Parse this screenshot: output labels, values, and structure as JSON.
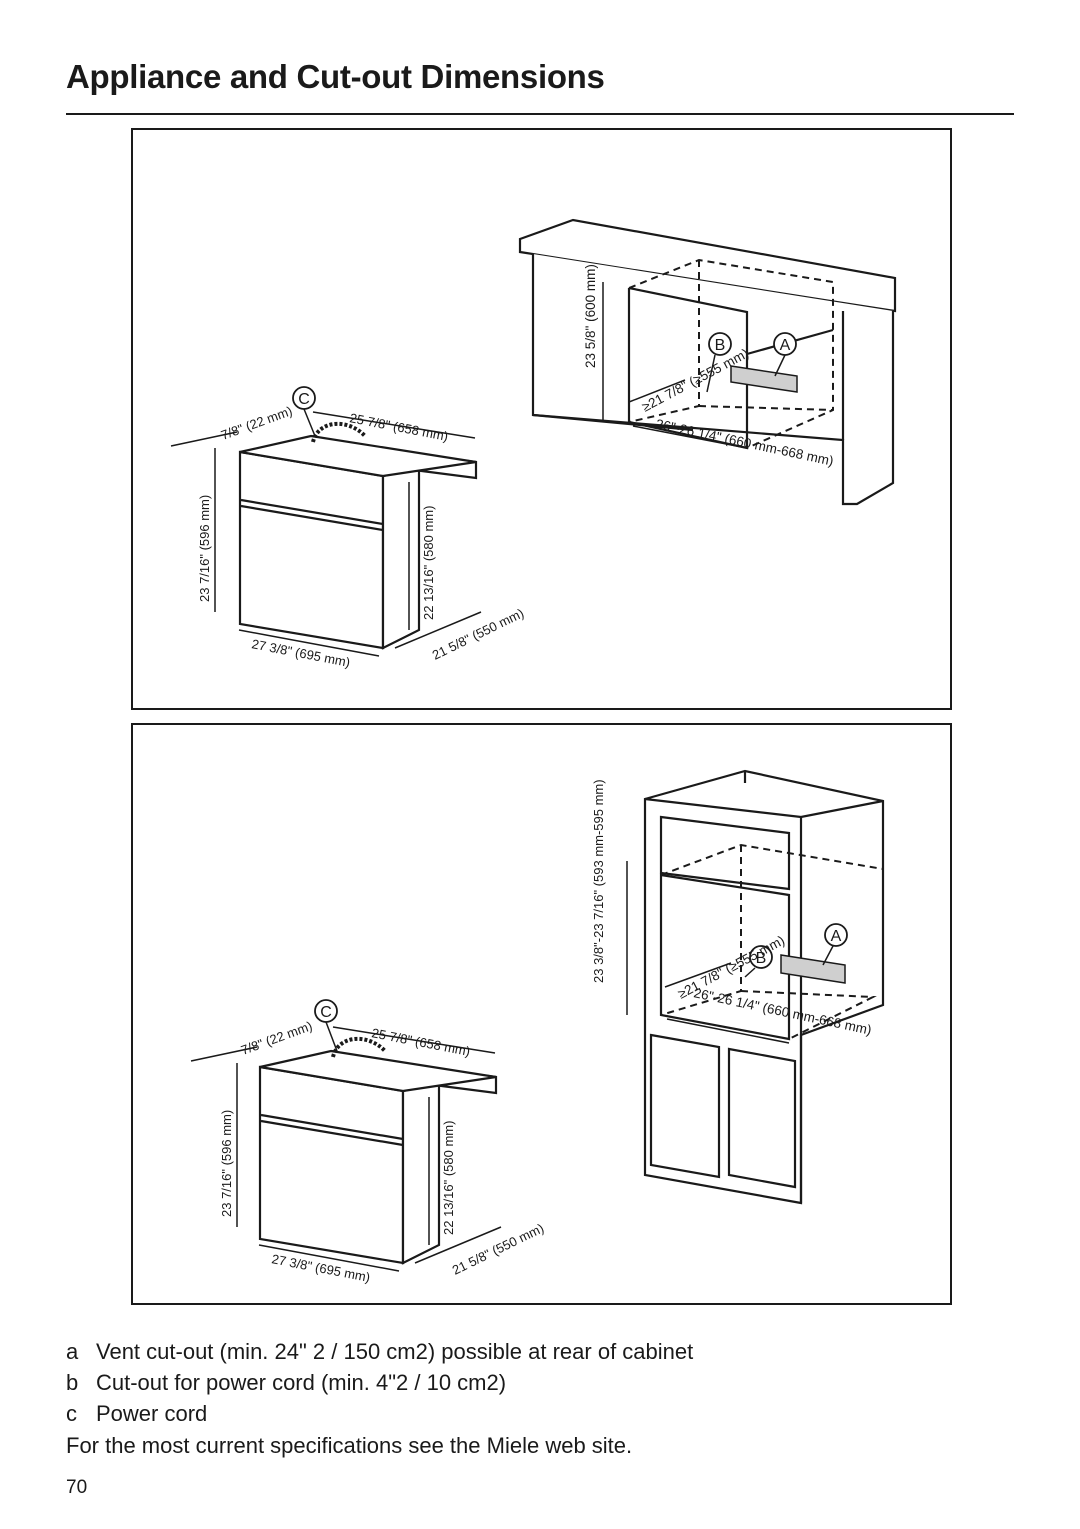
{
  "title": "Appliance and Cut-out Dimensions",
  "legend": [
    {
      "key": "a",
      "text": "Vent cut-out (min. 24\" 2 / 150 cm2) possible at rear of cabinet"
    },
    {
      "key": "b",
      "text": "Cut-out for power cord (min. 4\"2 / 10 cm2)"
    },
    {
      "key": "c",
      "text": "Power cord"
    }
  ],
  "note": "For the most current specifications see the Miele web site.",
  "page_number": "70",
  "diagram_top": {
    "oven": {
      "dim_depth_door": "7/8\" (22 mm)",
      "dim_depth_total": "25 7/8\" (658 mm)",
      "dim_height": "23 7/16\" (596 mm)",
      "dim_height_body": "22 13/16\" (580 mm)",
      "dim_width": "27 3/8\" (695 mm)",
      "dim_body_depth": "21 5/8\" (550 mm)",
      "callout_c": "C"
    },
    "cabinet": {
      "dim_cutout_height": "23 5/8\" (600 mm)",
      "dim_cutout_depth": "≥21 7/8\" (≥555 mm)",
      "dim_cutout_width": "26\"-26 1/4\" (660 mm-668 mm)",
      "callout_a": "A",
      "callout_b": "B"
    }
  },
  "diagram_bottom": {
    "oven": {
      "dim_depth_door": "7/8\" (22 mm)",
      "dim_depth_total": "25 7/8\" (658 mm)",
      "dim_height": "23 7/16\" (596 mm)",
      "dim_height_body": "22 13/16\" (580 mm)",
      "dim_width": "27 3/8\" (695 mm)",
      "dim_body_depth": "21 5/8\" (550 mm)",
      "callout_c": "C"
    },
    "cabinet": {
      "dim_cutout_height": "23 3/8\"-23 7/16\" (593 mm-595 mm)",
      "dim_cutout_depth": "≥21 7/8\" (≥555 mm)",
      "dim_cutout_width": "26\"-26 1/4\" (660 mm-668 mm)",
      "callout_a": "A",
      "callout_b": "B"
    }
  }
}
